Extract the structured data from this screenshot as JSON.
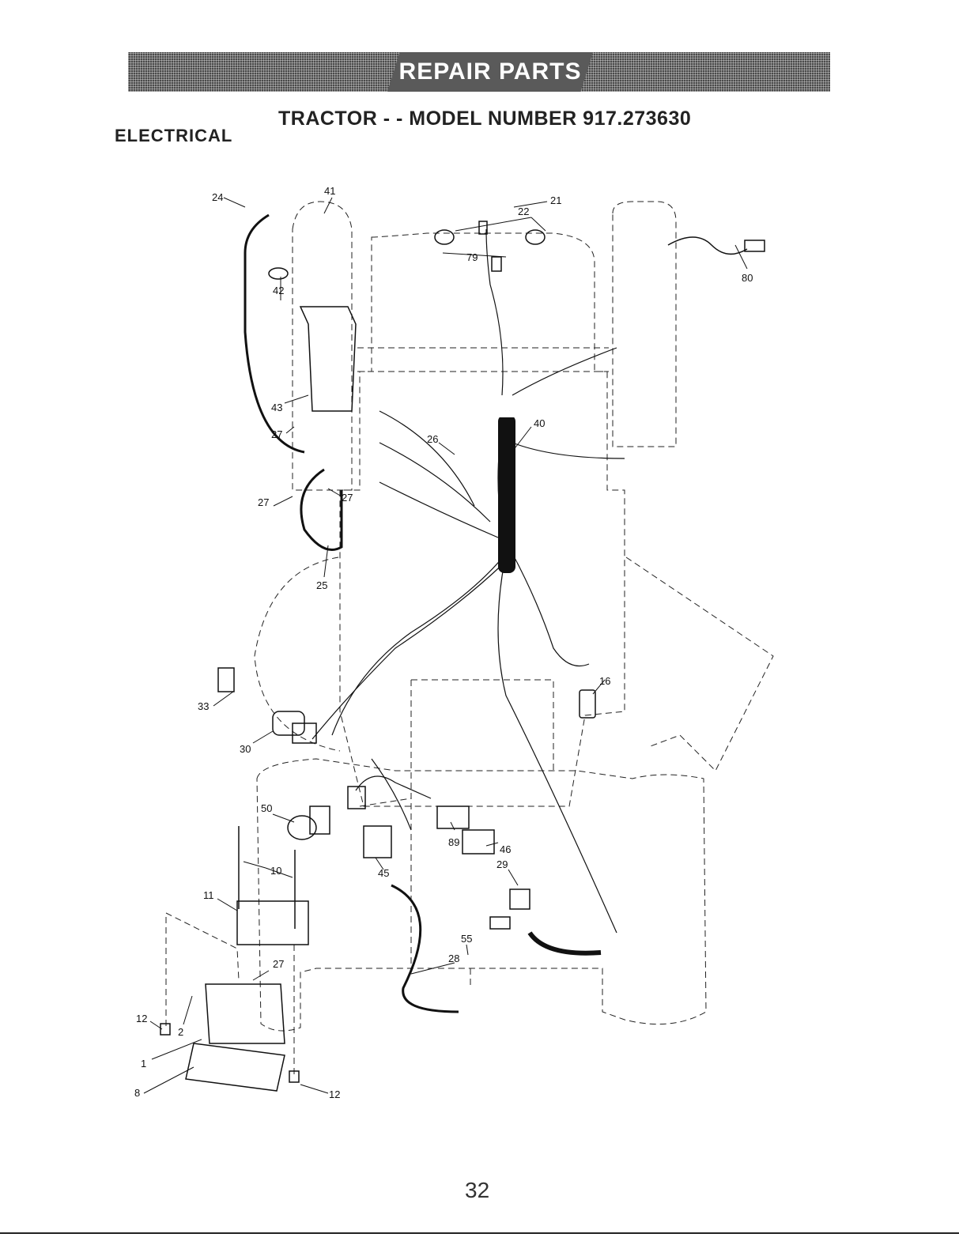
{
  "header": {
    "banner_text": "REPAIR PARTS",
    "model_title": "TRACTOR - - MODEL NUMBER 917.273630",
    "section_title": "ELECTRICAL"
  },
  "callouts": [
    "22",
    "79",
    "21",
    "80",
    "41",
    "42",
    "24",
    "43",
    "27",
    "40",
    "26",
    "27",
    "27",
    "25",
    "16",
    "33",
    "30",
    "50",
    "10",
    "11",
    "89",
    "46",
    "45",
    "29",
    "55",
    "28",
    "27",
    "12",
    "2",
    "1",
    "8",
    "12"
  ],
  "page_number": "32",
  "colors": {
    "ink": "#111111",
    "banner": "#4a4a4a",
    "banner_text": "#ffffff"
  }
}
